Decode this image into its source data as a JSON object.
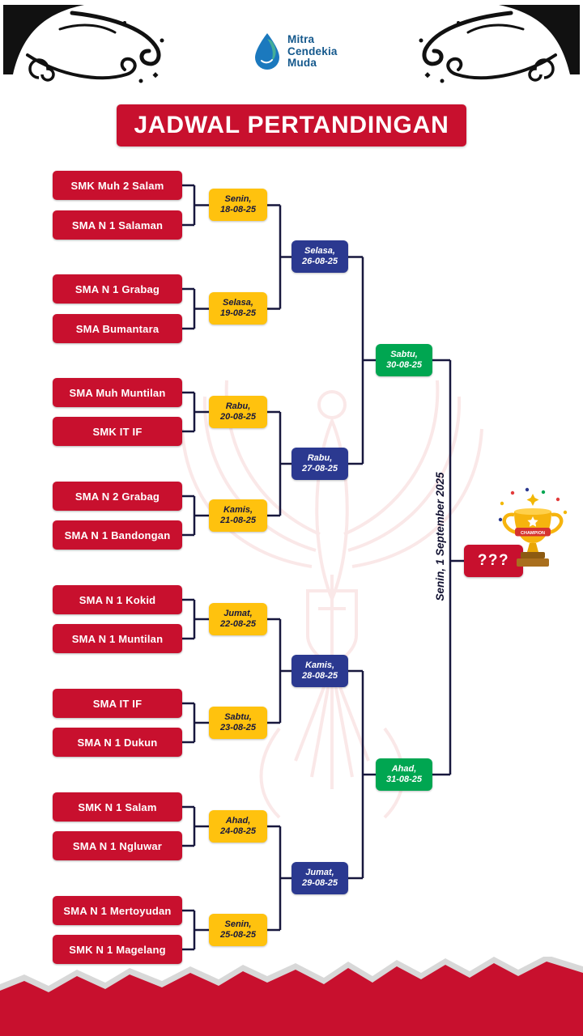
{
  "banner": {
    "title": "JADWAL PERTANDINGAN"
  },
  "logo": {
    "line1": "Mitra",
    "line2": "Cendekia",
    "line3": "Muda"
  },
  "teams": [
    {
      "name": "SMK Muh 2 Salam"
    },
    {
      "name": "SMA N 1 Salaman"
    },
    {
      "name": "SMA N 1 Grabag"
    },
    {
      "name": "SMA Bumantara"
    },
    {
      "name": "SMA Muh Muntilan"
    },
    {
      "name": "SMK IT IF"
    },
    {
      "name": "SMA N 2 Grabag"
    },
    {
      "name": "SMA N 1 Bandongan"
    },
    {
      "name": "SMA N 1 Kokid"
    },
    {
      "name": "SMA N 1 Muntilan"
    },
    {
      "name": "SMA IT IF"
    },
    {
      "name": "SMA N 1 Dukun"
    },
    {
      "name": "SMK N 1 Salam"
    },
    {
      "name": "SMA N 1 Ngluwar"
    },
    {
      "name": "SMA N 1 Mertoyudan"
    },
    {
      "name": "SMK N 1 Magelang"
    }
  ],
  "round1": [
    {
      "day": "Senin,",
      "date": "18-08-25"
    },
    {
      "day": "Selasa,",
      "date": "19-08-25"
    },
    {
      "day": "Rabu,",
      "date": "20-08-25"
    },
    {
      "day": "Kamis,",
      "date": "21-08-25"
    },
    {
      "day": "Jumat,",
      "date": "22-08-25"
    },
    {
      "day": "Sabtu,",
      "date": "23-08-25"
    },
    {
      "day": "Ahad,",
      "date": "24-08-25"
    },
    {
      "day": "Senin,",
      "date": "25-08-25"
    }
  ],
  "quarterfinals": [
    {
      "day": "Selasa,",
      "date": "26-08-25"
    },
    {
      "day": "Rabu,",
      "date": "27-08-25"
    },
    {
      "day": "Kamis,",
      "date": "28-08-25"
    },
    {
      "day": "Jumat,",
      "date": "29-08-25"
    }
  ],
  "semifinals": [
    {
      "day": "Sabtu,",
      "date": "30-08-25"
    },
    {
      "day": "Ahad,",
      "date": "31-08-25"
    }
  ],
  "final": {
    "date_label": "Senin, 1 September 2025",
    "winner_placeholder": "???"
  },
  "trophy": {
    "ribbon_label": "CHAMPION"
  },
  "colors": {
    "primary_red": "#C8102E",
    "accent_yellow": "#FFC20E",
    "accent_blue": "#2B3990",
    "accent_green": "#00A651",
    "line_dark": "#17173D",
    "logo_blue": "#14588C"
  }
}
